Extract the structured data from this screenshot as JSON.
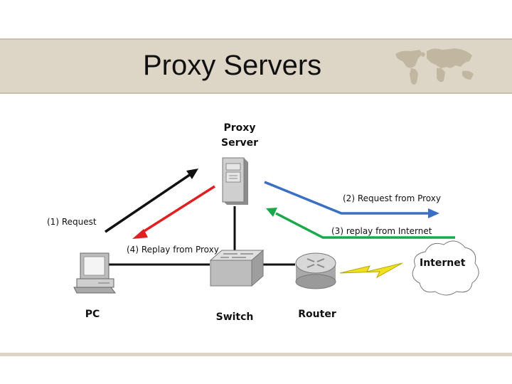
{
  "title": "Proxy Servers",
  "nodes": {
    "proxy_line1": "Proxy",
    "proxy_line2": "Server",
    "pc": "PC",
    "switch": "Switch",
    "router": "Router",
    "internet": "Internet"
  },
  "flows": {
    "step1": "(1) Request",
    "step2": "(2) Request from Proxy",
    "step3": "(3) replay from Internet",
    "step4": "(4) Replay from Proxy"
  },
  "colors": {
    "band": "#ddd6c6",
    "request": "#111111",
    "reply_proxy": "#e02020",
    "request_proxy": "#3a6fc4",
    "reply_internet": "#1aa84a",
    "lightning": "#f0e020"
  }
}
